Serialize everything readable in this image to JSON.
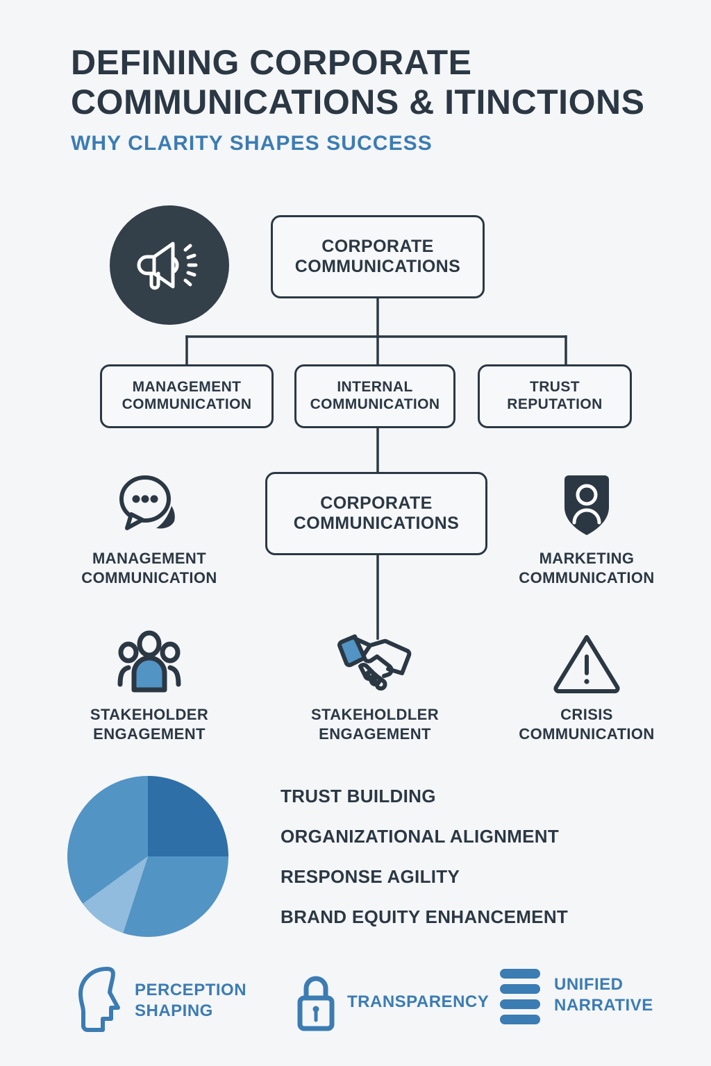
{
  "header": {
    "title_line1": "DEFINING CORPORATE",
    "title_line2": "COMMUNICATIONS & ITINCTIONS",
    "subtitle": "WHY CLARITY SHAPES SUCCESS"
  },
  "colors": {
    "background": "#f5f6f8",
    "dark": "#2b3844",
    "badge_dark": "#333f49",
    "accent_blue": "#3b7cb3",
    "pie_dark": "#2f6fa8",
    "pie_medium": "#5294c4",
    "pie_light": "#91bcdd"
  },
  "tree": {
    "badge_icon": "megaphone-icon",
    "root": {
      "line1": "CORPORATE",
      "line2": "COMMUNICATIONS"
    },
    "level2": [
      {
        "line1": "MANAGEMENT",
        "line2": "COMMUNICATION"
      },
      {
        "line1": "INTERNAL",
        "line2": "COMMUNICATION"
      },
      {
        "line1": "TRUST",
        "line2": "REPUTATION"
      }
    ],
    "level3": {
      "line1": "CORPORATE",
      "line2": "COMMUNICATIONS"
    }
  },
  "icon_rows": [
    {
      "row": 3,
      "items": [
        {
          "icon": "speech-bubble-icon",
          "line1": "MANAGEMENT",
          "line2": "COMMUNICATION"
        },
        {
          "icon": "shield-person-icon",
          "line1": "MARKETING",
          "line2": "COMMUNICATION"
        }
      ]
    },
    {
      "row": 4,
      "items": [
        {
          "icon": "people-group-icon",
          "line1": "STAKEHOLDER",
          "line2": "ENGAGEMENT"
        },
        {
          "icon": "handshake-icon",
          "line1": "STAKEHOLDLER",
          "line2": "ENGAGEMENT"
        },
        {
          "icon": "warning-triangle-icon",
          "line1": "CRISIS",
          "line2": "COMMUNICATION"
        }
      ]
    }
  ],
  "benefits": [
    "TRUST BUILDING",
    "ORGANIZATIONAL ALIGNMENT",
    "RESPONSE AGILITY",
    "BRAND EQUITY ENHANCEMENT"
  ],
  "chart_data": {
    "type": "pie",
    "title": "",
    "categories": [
      "TRUST BUILDING",
      "ORGANIZATIONAL ALIGNMENT",
      "RESPONSE AGILITY",
      "BRAND EQUITY ENHANCEMENT"
    ],
    "values": [
      25,
      20,
      15,
      40
    ],
    "colors": [
      "#2f6fa8",
      "#5294c4",
      "#91bcdd",
      "#5294c4"
    ],
    "legend": "right-list",
    "grid": false
  },
  "footer": [
    {
      "icon": "head-profile-icon",
      "line1": "PERCEPTION",
      "line2": "SHAPING"
    },
    {
      "icon": "lock-icon",
      "line1": "TRANSPARENCY",
      "line2": ""
    },
    {
      "icon": "stacked-bars-icon",
      "line1": "UNIFIED",
      "line2": "NARRATIVE"
    }
  ]
}
